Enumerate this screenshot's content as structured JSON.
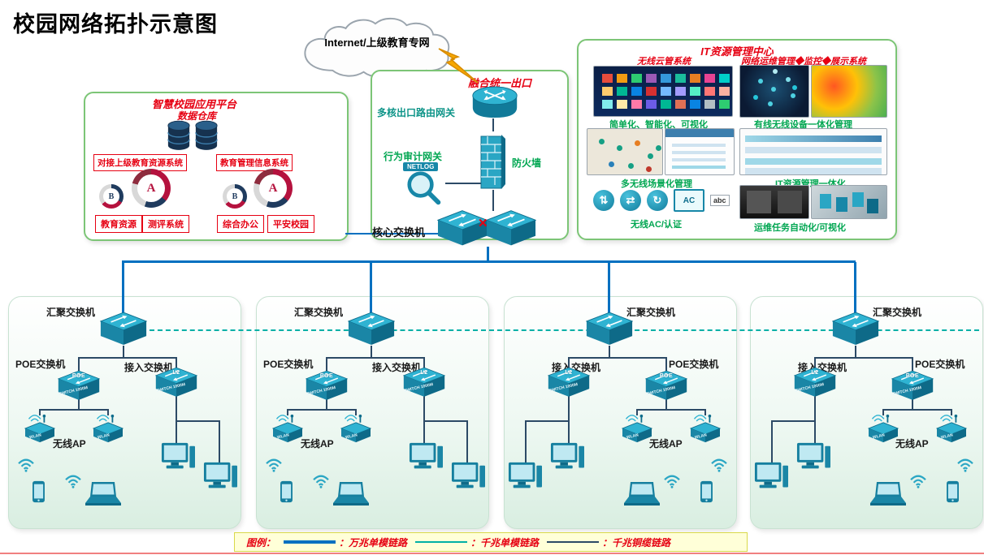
{
  "palette": {
    "fiber_10g_link": "#0070c0",
    "fiber_1g_link": "#00b0a6",
    "copper_link": "#2c4a66",
    "green_text": "#00a651",
    "red_text": "#e60012",
    "icon_teal": "#2fb3d2",
    "box_border_green": "#7cc576"
  },
  "title": "校园网络拓扑示意图",
  "cloud_label": "Internet/上级教育专网",
  "egress": {
    "title": "融合统一出口",
    "router_label": "多核出口路由网关",
    "audit_label": "行为审计网关",
    "netlog_label": "NETLOG",
    "firewall_label": "防火墙"
  },
  "core_label": "核心交换机",
  "core_vsl_glyph": "✕",
  "platform": {
    "title": "智慧校园应用平台",
    "warehouse_label": "数据仓库",
    "system_left": "对接上级教育资源系统",
    "system_right": "教育管理信息系统",
    "pie_letter_big": "A",
    "pie_letter_small": "B",
    "tags": [
      "教育资源",
      "测评系统",
      "综合办公",
      "平安校园"
    ]
  },
  "it_center": {
    "title": "IT资源管理中心",
    "left": {
      "heading": "无线云管系统",
      "caption1": "简单化、智能化、可视化",
      "caption2": "多无线场景化管理",
      "caption3": "无线AC/认证",
      "ac_glyphs": [
        "⇅",
        "⇄",
        "↻"
      ],
      "ac_label": "AC",
      "abc_label": "abc"
    },
    "right": {
      "heading": "网络运维管理◆监控◆展示系统",
      "caption1": "有线无线设备一体化管理",
      "caption2": "IT资源管理一体化",
      "caption3": "运维任务自动化/可视化"
    }
  },
  "branch_defaults": {
    "switch_front": "SWITCH 1000M",
    "poe_badge": "POE",
    "l2_badge": "L2",
    "wlan": "WLAN"
  },
  "branches": [
    {
      "agg_label": "汇聚交换机",
      "poe_label": "POE交换机",
      "access_label": "接入交换机",
      "ap_label": "无线AP"
    },
    {
      "agg_label": "汇聚交换机",
      "poe_label": "POE交换机",
      "access_label": "接入交换机",
      "ap_label": "无线AP"
    },
    {
      "agg_label": "汇聚交换机",
      "poe_label": "POE交换机",
      "access_label": "接入交换机",
      "ap_label": "无线AP"
    },
    {
      "agg_label": "汇聚交换机",
      "poe_label": "POE交换机",
      "access_label": "接入交换机",
      "ap_label": "无线AP"
    }
  ],
  "legend": {
    "title": "图例：",
    "items": [
      {
        "label": "：万兆单模链路",
        "color": "#0070c0"
      },
      {
        "label": "：千兆单模链路",
        "color": "#00b0a6"
      },
      {
        "label": "：千兆铜缆链路",
        "color": "#2c4a66"
      }
    ]
  }
}
